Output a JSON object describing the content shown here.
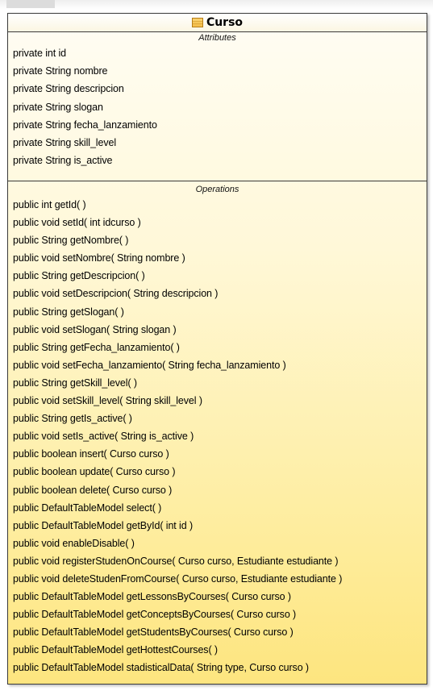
{
  "class": {
    "name": "Curso",
    "attributes_title": "Attributes",
    "operations_title": "Operations",
    "attributes": [
      "private int id",
      "private String nombre",
      "private String descripcion",
      "private String slogan",
      "private String fecha_lanzamiento",
      "private String skill_level",
      "private String is_active"
    ],
    "operations": [
      "public int  getId( )",
      "public void  setId( int idcurso )",
      "public String  getNombre( )",
      "public void  setNombre( String nombre )",
      "public String  getDescripcion( )",
      "public void  setDescripcion( String descripcion )",
      "public String  getSlogan( )",
      "public void  setSlogan( String slogan )",
      "public String  getFecha_lanzamiento( )",
      "public void  setFecha_lanzamiento( String fecha_lanzamiento )",
      "public String  getSkill_level( )",
      "public void  setSkill_level( String skill_level )",
      "public String  getIs_active( )",
      "public void  setIs_active( String is_active )",
      "public boolean  insert( Curso curso )",
      "public boolean  update( Curso curso )",
      "public boolean  delete( Curso curso )",
      "public DefaultTableModel  select( )",
      "public DefaultTableModel  getById( int id )",
      "public void  enableDisable( )",
      "public void  registerStudenOnCourse( Curso curso, Estudiante estudiante )",
      "public void  deleteStudenFromCourse( Curso curso, Estudiante estudiante )",
      "public DefaultTableModel  getLessonsByCourses( Curso curso )",
      "public DefaultTableModel  getConceptsByCourses( Curso curso )",
      "public DefaultTableModel  getStudentsByCourses( Curso curso )",
      "public DefaultTableModel  getHottestCourses( )",
      "public DefaultTableModel  stadisticalData( String type, Curso curso )"
    ]
  },
  "colors": {
    "border": "#3a3a3a",
    "fill_top": "#fffdf4",
    "fill_bottom": "#fde57f",
    "icon": "#c98b1a"
  },
  "icons": {
    "class_icon": "class-icon"
  }
}
